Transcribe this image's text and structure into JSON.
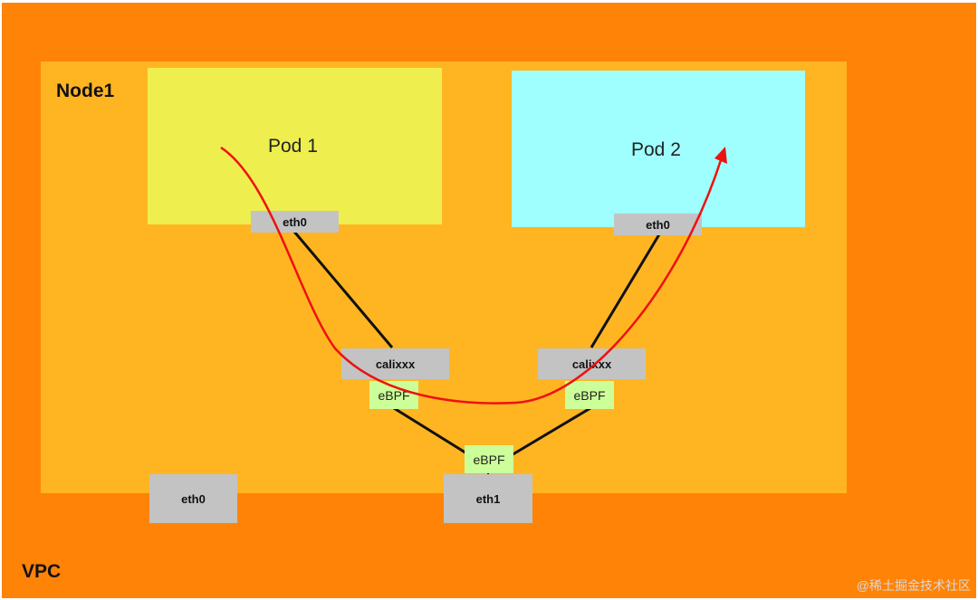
{
  "vpc": {
    "label": "VPC"
  },
  "node": {
    "label": "Node1"
  },
  "pods": [
    {
      "label": "Pod 1",
      "iface": "eth0"
    },
    {
      "label": "Pod 2",
      "iface": "eth0"
    }
  ],
  "cali": [
    "calixxx",
    "calixxx"
  ],
  "ebpf": [
    "eBPF",
    "eBPF",
    "eBPF"
  ],
  "host_ifaces": [
    "eth0",
    "eth1"
  ],
  "watermark": "@稀土掘金技术社区",
  "colors": {
    "vpc": "#ff8306",
    "node": "#ffb522",
    "pod1": "#eeee4e",
    "pod2": "#9ffefe",
    "iface": "#c3c3c3",
    "ebpf": "#ccff99",
    "arrow": "#ee1111"
  }
}
